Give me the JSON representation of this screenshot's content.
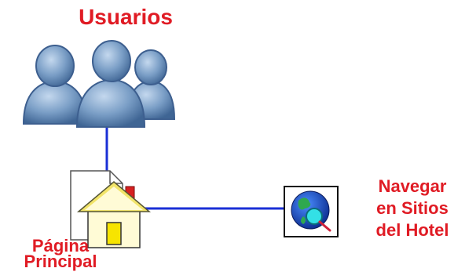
{
  "nodes": {
    "users": {
      "label": "Usuarios",
      "icon": "users-group-icon"
    },
    "home": {
      "label_lines": [
        "Página",
        "Principal"
      ],
      "icon": "home-page-icon"
    },
    "browse": {
      "label_lines": [
        "Navegar",
        "en Sitios",
        "del Hotel"
      ],
      "icon": "globe-search-icon"
    }
  },
  "colors": {
    "label": "#e01b24",
    "connector": "#1a2fd6",
    "people_fill": "#7a9ec6",
    "people_stroke": "#3d5f8f",
    "house_wall": "#fffbd6",
    "house_roof": "#f2e46a",
    "house_door": "#f7e400",
    "chimney": "#d62020"
  }
}
